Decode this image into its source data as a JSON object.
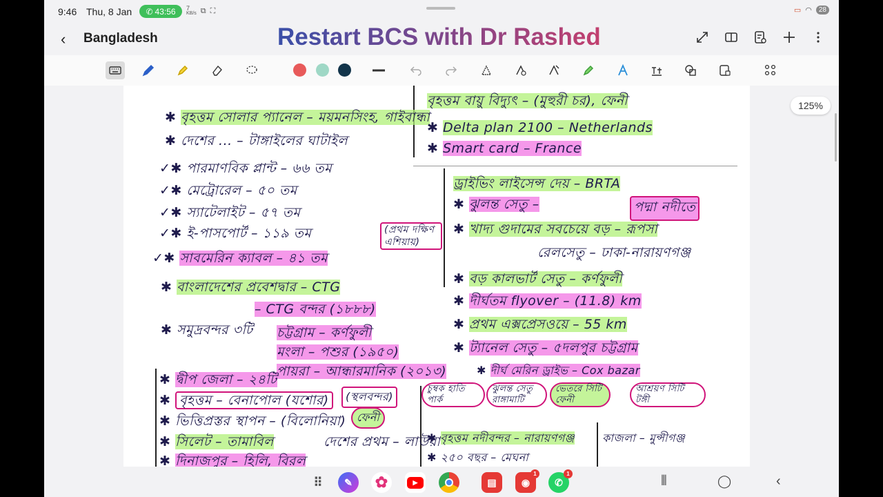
{
  "status_bar": {
    "time": "9:46",
    "date": "Thu, 8 Jan",
    "call_timer": "43:56",
    "net_speed": "7",
    "net_unit": "KB/s",
    "battery": "28"
  },
  "titlebar": {
    "back_glyph": "‹",
    "notebook_title": "Bangladesh",
    "brand_banner": "Restart BCS with Dr Rashed"
  },
  "toolbar": {
    "colors": [
      "#e85a5a",
      "#9fd8c6",
      "#12344a"
    ],
    "zoom": "125%"
  },
  "notes": {
    "left": [
      {
        "t": "বৃহত্তম সোলার প্যানেল – ময়মনসিংহ, গাইবান্ধা"
      },
      {
        "t": "দেশের  ...  – টাঙ্গাইলের ঘাটাইল"
      },
      {
        "t": "পারমাণবিক প্লান্ট – ৬৬ তম"
      },
      {
        "t": "মেট্রোরেল – ৫০ তম"
      },
      {
        "t": "স্যাটেলাইট – ৫৭ তম"
      },
      {
        "t": "ই-পাসপোর্ট – ১১৯ তম"
      },
      {
        "t": "(প্রথম দক্ষিণ এশিয়ায়)"
      },
      {
        "t": "সাবমেরিন ক্যাবল – ৪১ তম"
      },
      {
        "t": "বাংলাদেশের প্রবেশদ্বার – CTG"
      },
      {
        "t": "– CTG বন্দর (১৮৮৮)"
      },
      {
        "t": "সমুদ্রবন্দর ৩টি"
      },
      {
        "t": "চট্টগ্রাম – কর্ণফুলী"
      },
      {
        "t": "মংলা – পশুর (১৯৫০)"
      },
      {
        "t": "পায়রা – আন্ধারমানিক (২০১৩)"
      },
      {
        "t": "দ্বীপ জেলা – ২৪টি"
      },
      {
        "t": "বৃহত্তম – বেনাপোল (যশোর)"
      },
      {
        "t": "(স্থলবন্দর)"
      },
      {
        "t": "ভিত্তিপ্রস্তর স্থাপন – (বিলোনিয়া)"
      },
      {
        "t": "ফেনী"
      },
      {
        "t": "সিলেট – তামাবিল"
      },
      {
        "t": "দেশের প্রথম – লাউয়া"
      },
      {
        "t": "দিনাজপুর – হিলি, বিরল"
      }
    ],
    "right": [
      {
        "t": "বৃহত্তম বায়ু বিদ্যুৎ – (মুহুরী চর), ফেনী"
      },
      {
        "t": "Delta plan 2100 – Netherlands"
      },
      {
        "t": "Smart card – France"
      },
      {
        "t": "ড্রাইভিং লাইসেন্স দেয় – BRTA"
      },
      {
        "t": "ঝুলন্ত সেতু –"
      },
      {
        "t": "পদ্মা নদীতে"
      },
      {
        "t": "খাদ্য গুদামের সবচেয়ে বড় – রূপসা"
      },
      {
        "t": "রেলসেতু – ঢাকা-নারায়ণগঞ্জ"
      },
      {
        "t": "বড় কালভার্ট সেতু – কর্ণফুলী"
      },
      {
        "t": "দীর্ঘতম flyover – (11.8) km"
      },
      {
        "t": "প্রথম এক্সপ্রেসওয়ে – 55 km"
      },
      {
        "t": "ট্যানেল সেতু – ৫দলপুর চট্টগ্রাম"
      },
      {
        "t": "দীর্ঘ মেরিন ড্রাইভ – Cox bazar"
      },
      {
        "t": "চুম্বক হাতি পার্ক"
      },
      {
        "t": "ঝুলন্ত সেতু রাঙ্গামাটি"
      },
      {
        "t": "ভেতরে সিটি ফেনী"
      },
      {
        "t": "আশ্রয়ণ সিটি টঙ্গী"
      },
      {
        "t": "বৃহত্তম নদীবন্দর – নারায়ণগঞ্জ"
      },
      {
        "t": "কাজলা – মুন্সীগঞ্জ"
      },
      {
        "t": "২৫০ বছর – মেঘনা"
      }
    ]
  },
  "apps": [
    {
      "name": "app-drawer"
    },
    {
      "name": "notes-app"
    },
    {
      "name": "gallery-app"
    },
    {
      "name": "youtube-app"
    },
    {
      "name": "chrome-app"
    },
    {
      "name": "pdf-app"
    },
    {
      "name": "screen-recorder-app",
      "badge": "1"
    },
    {
      "name": "whatsapp-app",
      "badge": "1"
    }
  ]
}
